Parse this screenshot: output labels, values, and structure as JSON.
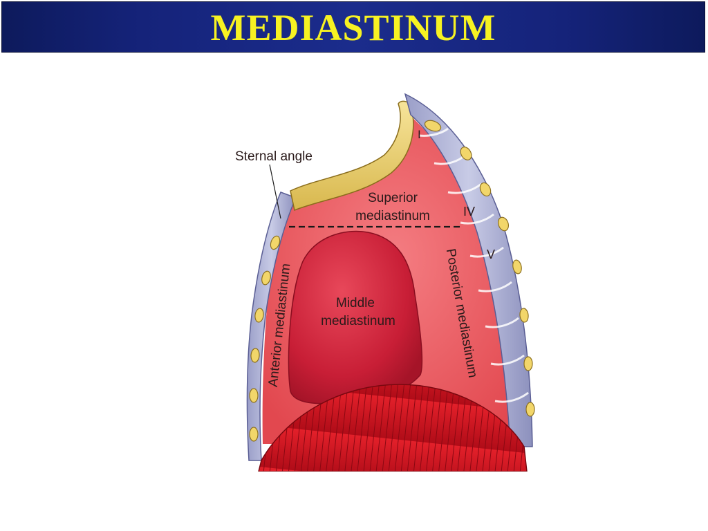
{
  "title": "MEDIASTINUM",
  "diagram": {
    "labels": {
      "sternal_angle": "Sternal angle",
      "superior_line1": "Superior",
      "superior_line2": "mediastinum",
      "middle_line1": "Middle",
      "middle_line2": "mediastinum",
      "anterior": "Anterior mediastinum",
      "posterior": "Posterior mediastinum",
      "vertebra_i": "I",
      "vertebra_iv": "IV",
      "vertebra_v": "V"
    }
  }
}
